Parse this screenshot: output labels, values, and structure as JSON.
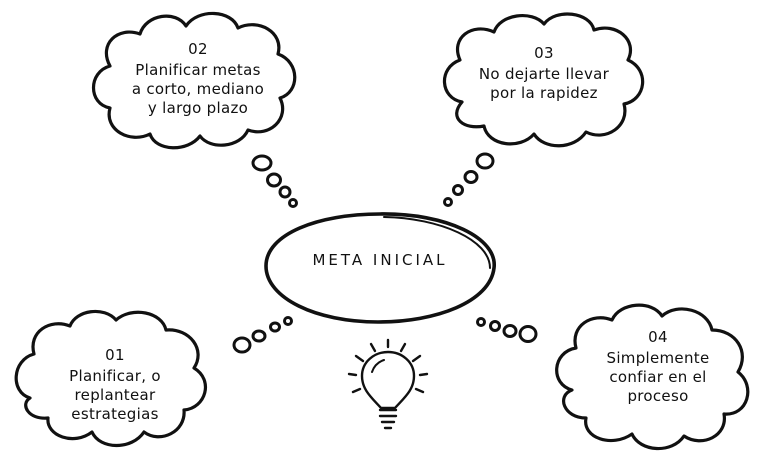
{
  "center": {
    "label": "META INICIAL"
  },
  "clouds": [
    {
      "id": "top-left",
      "number": "02",
      "text": "Planificar metas\na corto, mediano\ny largo plazo"
    },
    {
      "id": "top-right",
      "number": "03",
      "text": "No dejarte llevar\npor la rapidez"
    },
    {
      "id": "bottom-left",
      "number": "01",
      "text": "Planificar, o\nreplantear\nestrategias"
    },
    {
      "id": "bottom-right",
      "number": "04",
      "text": "Simplemente\nconfiar en el\nproceso"
    }
  ],
  "colors": {
    "ink": "#111111",
    "background": "#ffffff"
  },
  "icons": [
    "lightbulb-icon"
  ]
}
